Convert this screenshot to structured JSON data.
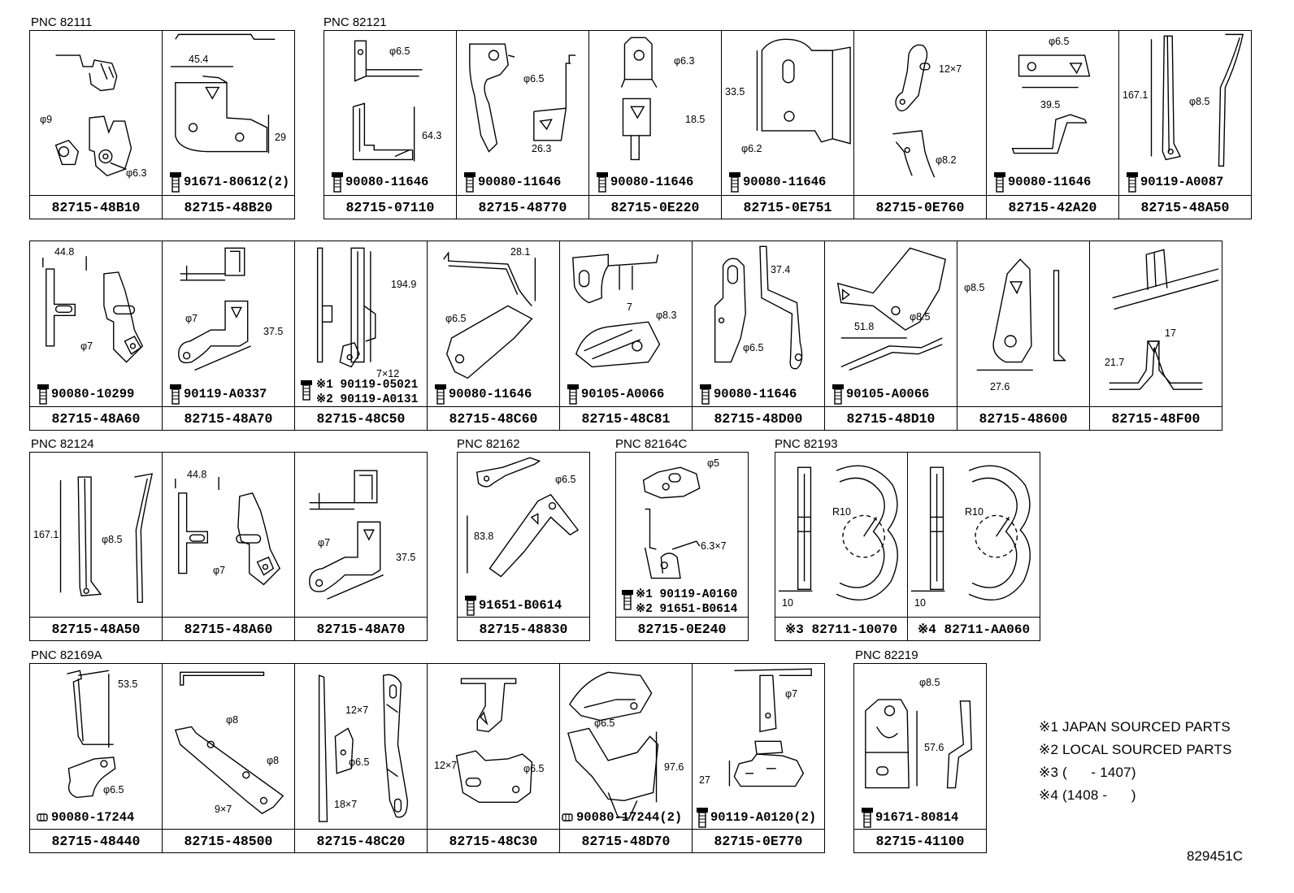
{
  "groups": [
    {
      "pnc": "PNC 82111",
      "cells": [
        {
          "part": "82715-48B10",
          "bolt": "",
          "dims": [
            "φ9",
            "φ6.3"
          ]
        },
        {
          "part": "82715-48B20",
          "bolt": "91671-80612(2)",
          "dims": [
            "45.4",
            "29"
          ]
        }
      ]
    },
    {
      "pnc": "PNC 82121",
      "cells": [
        {
          "part": "82715-07110",
          "bolt": "90080-11646",
          "dims": [
            "φ6.5",
            "64.3"
          ]
        },
        {
          "part": "82715-48770",
          "bolt": "90080-11646",
          "dims": [
            "φ6.5",
            "26.3"
          ]
        },
        {
          "part": "82715-0E220",
          "bolt": "90080-11646",
          "dims": [
            "φ6.3",
            "18.5"
          ]
        },
        {
          "part": "82715-0E751",
          "bolt": "90080-11646",
          "dims": [
            "33.5",
            "φ6.2"
          ]
        },
        {
          "part": "82715-0E760",
          "bolt": "",
          "dims": [
            "12×7",
            "φ8.2"
          ]
        },
        {
          "part": "82715-42A20",
          "bolt": "90080-11646",
          "dims": [
            "φ6.5",
            "39.5"
          ]
        },
        {
          "part": "82715-48A50",
          "bolt": "90119-A0087",
          "dims": [
            "167.1",
            "φ8.5"
          ]
        }
      ]
    },
    {
      "pnc": "",
      "cells": [
        {
          "part": "82715-48A60",
          "bolt": "90080-10299",
          "dims": [
            "44.8",
            "φ7"
          ]
        },
        {
          "part": "82715-48A70",
          "bolt": "90119-A0337",
          "dims": [
            "φ7",
            "37.5"
          ]
        },
        {
          "part": "82715-48C50",
          "bolt": "",
          "bolt1": "※1 90119-05021",
          "bolt2": "※2 90119-A0131",
          "dims": [
            "194.9",
            "7×12"
          ]
        },
        {
          "part": "82715-48C60",
          "bolt": "90080-11646",
          "dims": [
            "28.1",
            "φ6.5"
          ]
        },
        {
          "part": "82715-48C81",
          "bolt": "90105-A0066",
          "dims": [
            "7",
            "φ8.3"
          ]
        },
        {
          "part": "82715-48D00",
          "bolt": "90080-11646",
          "dims": [
            "37.4",
            "φ6.5"
          ]
        },
        {
          "part": "82715-48D10",
          "bolt": "90105-A0066",
          "dims": [
            "51.8",
            "φ8.5"
          ]
        },
        {
          "part": "82715-48600",
          "bolt": "",
          "dims": [
            "φ8.5",
            "27.6"
          ]
        },
        {
          "part": "82715-48F00",
          "bolt": "",
          "dims": [
            "17",
            "21.7"
          ]
        }
      ]
    },
    {
      "pnc": "PNC 82124",
      "cells": [
        {
          "part": "82715-48A50",
          "bolt": "",
          "dims": [
            "167.1",
            "φ8.5"
          ]
        },
        {
          "part": "82715-48A60",
          "bolt": "",
          "dims": [
            "44.8",
            "φ7"
          ]
        },
        {
          "part": "82715-48A70",
          "bolt": "",
          "dims": [
            "φ7",
            "37.5"
          ]
        }
      ]
    },
    {
      "pnc": "PNC 82162",
      "cells": [
        {
          "part": "82715-48830",
          "bolt": "91651-B0614",
          "dims": [
            "φ6.5",
            "83.8"
          ]
        }
      ]
    },
    {
      "pnc": "PNC 82164C",
      "cells": [
        {
          "part": "82715-0E240",
          "bolt": "",
          "bolt1": "※1 90119-A0160",
          "bolt2": "※2 91651-B0614",
          "dims": [
            "φ5",
            "6.3×7"
          ]
        }
      ]
    },
    {
      "pnc": "PNC 82193",
      "cells": [
        {
          "part": "※3 82711-10070",
          "bolt": "",
          "dims": [
            "R10",
            "10"
          ]
        },
        {
          "part": "※4 82711-AA060",
          "bolt": "",
          "dims": [
            "R10",
            "10"
          ]
        }
      ]
    },
    {
      "pnc": "PNC 82169A",
      "cells": [
        {
          "part": "82715-48440",
          "bolt": "90080-17244",
          "dims": [
            "53.5",
            "φ6.5"
          ]
        },
        {
          "part": "82715-48500",
          "bolt": "",
          "dims": [
            "φ8",
            "φ8",
            "9×7"
          ]
        },
        {
          "part": "82715-48C20",
          "bolt": "",
          "dims": [
            "12×7",
            "φ6.5",
            "18×7"
          ]
        },
        {
          "part": "82715-48C30",
          "bolt": "",
          "dims": [
            "12×7",
            "φ6.5"
          ]
        },
        {
          "part": "82715-48D70",
          "bolt": "90080-17244(2)",
          "dims": [
            "φ6.5",
            "97.6"
          ]
        },
        {
          "part": "82715-0E770",
          "bolt": "90119-A0120(2)",
          "dims": [
            "φ7",
            "27"
          ]
        }
      ]
    },
    {
      "pnc": "PNC 82219",
      "cells": [
        {
          "part": "82715-41100",
          "bolt": "91671-80814",
          "dims": [
            "φ8.5",
            "57.6"
          ]
        }
      ]
    }
  ],
  "notes": [
    "※1 JAPAN SOURCED PARTS",
    "※2 LOCAL SOURCED PARTS",
    "※3 (      - 1407)",
    "※4 (1408 -      )"
  ],
  "ref_code": "829451C"
}
